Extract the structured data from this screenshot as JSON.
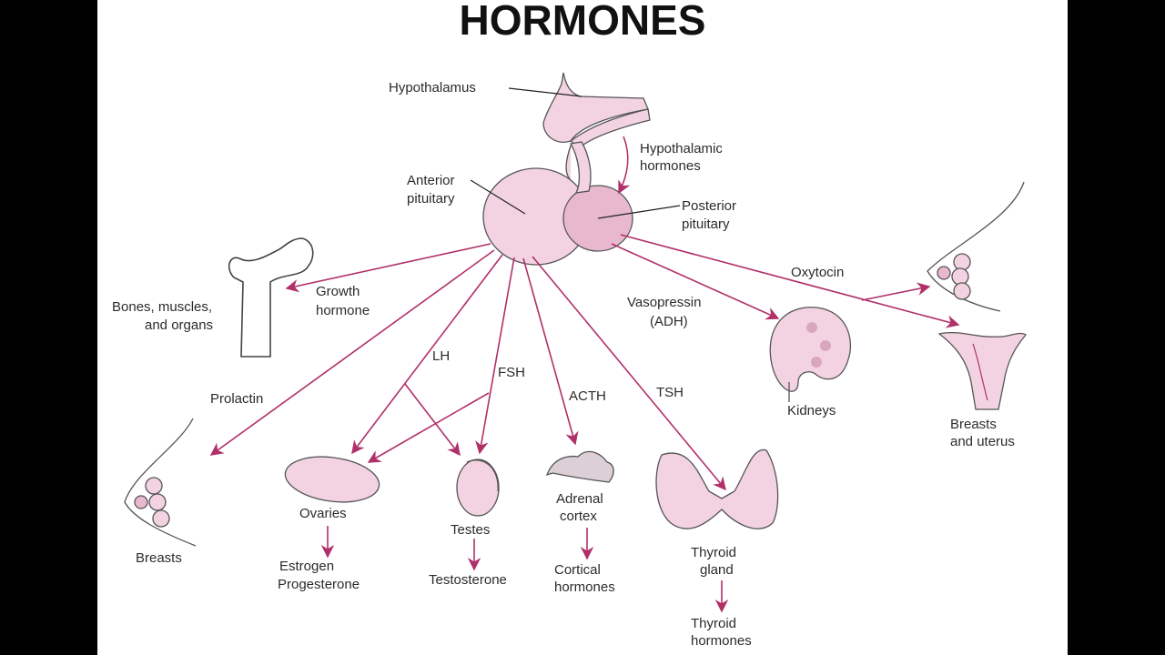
{
  "title": "HORMONES",
  "labels": {
    "hypothalamus": "Hypothalamus",
    "hypothalamic_hormones": [
      "Hypothalamic",
      "hormones"
    ],
    "anterior_pituitary": [
      "Anterior",
      "pituitary"
    ],
    "posterior_pituitary": [
      "Posterior",
      "pituitary"
    ],
    "bones": [
      "Bones, muscles,",
      "and organs"
    ],
    "growth_hormone": [
      "Growth",
      "hormone"
    ],
    "prolactin": "Prolactin",
    "lh": "LH",
    "fsh": "FSH",
    "acth": "ACTH",
    "tsh": "TSH",
    "vasopressin": [
      "Vasopressin",
      "(ADH)"
    ],
    "oxytocin": "Oxytocin",
    "kidneys": "Kidneys",
    "breasts_uterus": [
      "Breasts",
      "and uterus"
    ],
    "breasts": "Breasts",
    "ovaries": "Ovaries",
    "estrogen": [
      "Estrogen",
      "Progesterone"
    ],
    "testes": "Testes",
    "testosterone": "Testosterone",
    "adrenal": [
      "Adrenal",
      "cortex"
    ],
    "cortical": [
      "Cortical",
      "hormones"
    ],
    "thyroid_gland": [
      "Thyroid",
      "gland"
    ],
    "thyroid_hormones": [
      "Thyroid",
      "hormones"
    ]
  },
  "colors": {
    "arrow": "#b0306a",
    "organ_fill": "#f3d3e2",
    "background": "#ffffff",
    "frame": "#000000"
  }
}
